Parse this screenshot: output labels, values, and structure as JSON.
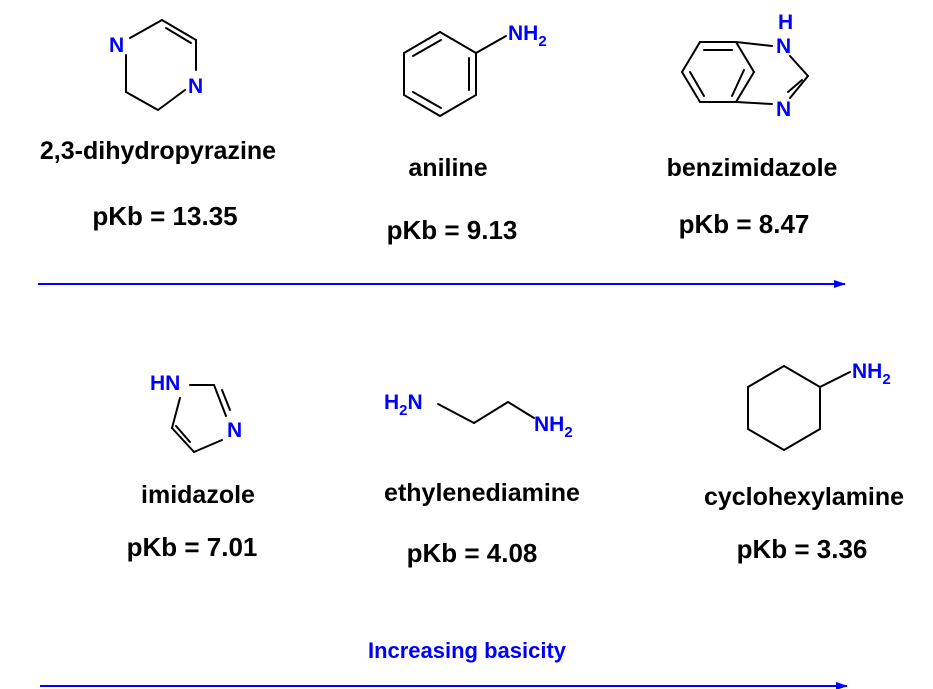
{
  "colors": {
    "heteroatom": "#0000ff",
    "arrow": "#0000ff",
    "text": "#000000",
    "bond": "#000000"
  },
  "compounds": [
    {
      "name": "2,3-dihydropyrazine",
      "pkb_label": "pKb = 13.35",
      "atoms": [
        "N",
        "N"
      ]
    },
    {
      "name": "aniline",
      "pkb_label": "pKb = 9.13",
      "atoms": [
        "NH",
        "2"
      ]
    },
    {
      "name": "benzimidazole",
      "pkb_label": "pKb = 8.47",
      "atoms": [
        "H",
        "N",
        "N"
      ]
    },
    {
      "name": "imidazole",
      "pkb_label": "pKb = 7.01",
      "atoms": [
        "HN",
        "N"
      ]
    },
    {
      "name": "ethylenediamine",
      "pkb_label": "pKb = 4.08",
      "atoms": [
        "H",
        "2",
        "N",
        "NH",
        "2"
      ]
    },
    {
      "name": "cyclohexylamine",
      "pkb_label": "pKb = 3.36",
      "atoms": [
        "NH",
        "2"
      ]
    }
  ],
  "trend_label": "Increasing basicity"
}
